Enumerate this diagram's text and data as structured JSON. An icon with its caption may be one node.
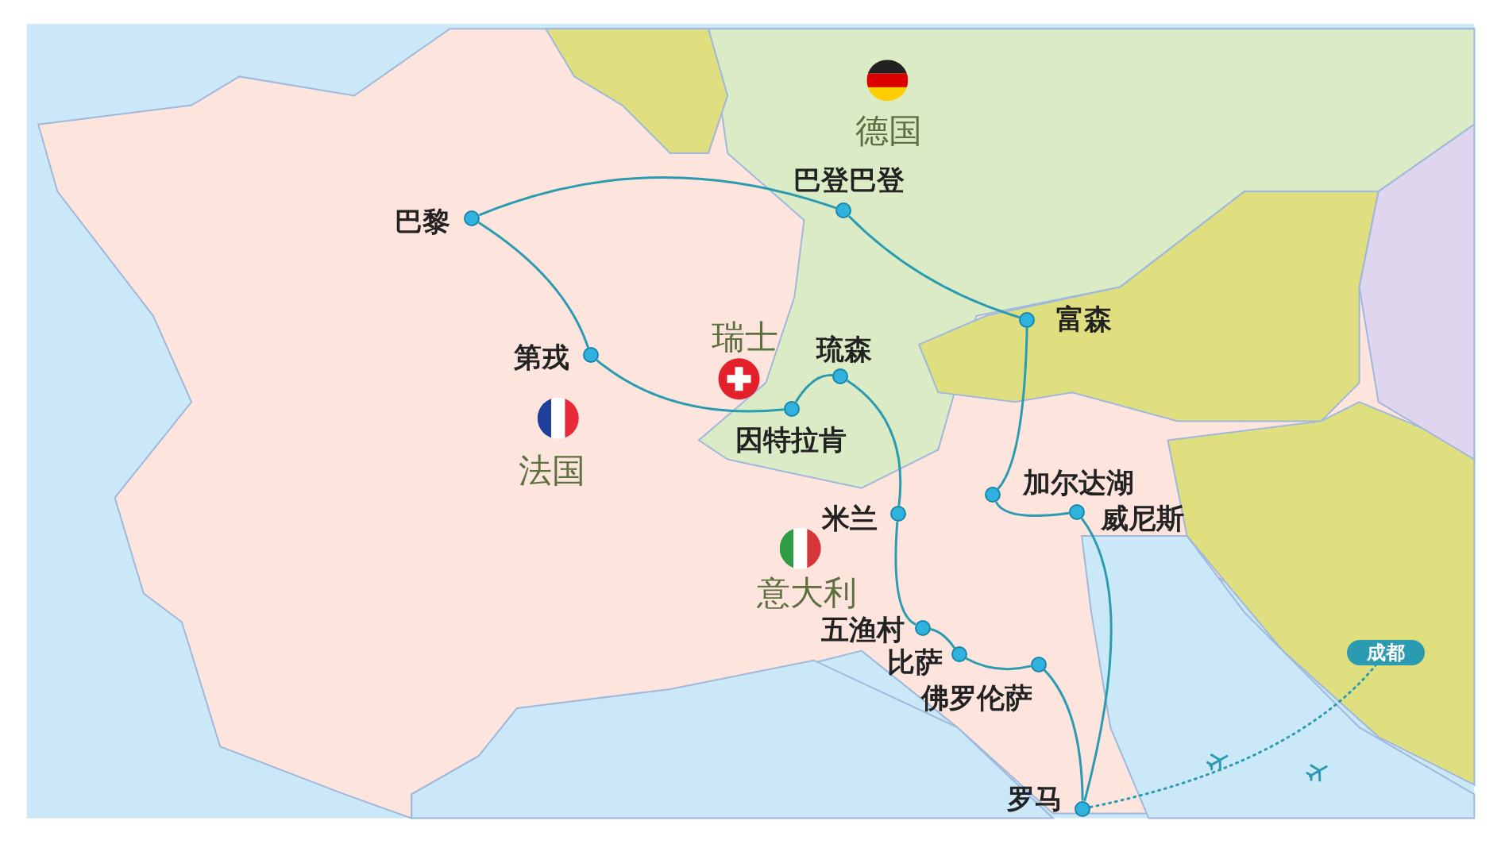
{
  "diagram": {
    "nodes": [
      {
        "text": [
          "巴登巴登"
        ]
      },
      {
        "text": [
          "巴黎"
        ]
      },
      {
        "text": [
          "富森"
        ]
      },
      {
        "text": [
          "第戎"
        ]
      },
      {
        "text": [
          "琉森"
        ]
      },
      {
        "text": [
          "因特拉肯"
        ]
      },
      {
        "text": [
          "加尔达湖"
        ]
      },
      {
        "text": [
          "米兰"
        ]
      },
      {
        "text": [
          "威尼斯"
        ]
      },
      {
        "text": [
          "成都"
        ]
      },
      {
        "text": [
          "五渔村"
        ]
      },
      {
        "text": [
          "比萨"
        ]
      },
      {
        "text": [
          "佛罗伦萨"
        ]
      },
      {
        "text": [
          "罗马"
        ]
      }
    ],
    "edges": [
      {
        "from": 1,
        "to": 0,
        "arrow": "none"
      },
      {
        "from": 0,
        "to": 2,
        "arrow": "none"
      },
      {
        "from": 1,
        "to": 3,
        "arrow": "none"
      },
      {
        "from": 3,
        "to": 5,
        "arrow": "none"
      },
      {
        "from": 5,
        "to": 4,
        "arrow": "none"
      },
      {
        "from": 4,
        "to": 7,
        "arrow": "none"
      },
      {
        "from": 7,
        "to": 10,
        "arrow": "none"
      },
      {
        "from": 10,
        "to": 11,
        "arrow": "none"
      },
      {
        "from": 11,
        "to": 12,
        "arrow": "none"
      },
      {
        "from": 12,
        "to": 13,
        "arrow": "none"
      },
      {
        "from": 2,
        "to": 6,
        "arrow": "none"
      },
      {
        "from": 6,
        "to": 8,
        "arrow": "none"
      },
      {
        "from": 8,
        "to": 13,
        "arrow": "none"
      },
      {
        "from": 13,
        "to": 9,
        "arrow": "none",
        "style": "dashed"
      }
    ],
    "labels": [
      "德国",
      "瑞士",
      "法国",
      "意大利"
    ]
  }
}
